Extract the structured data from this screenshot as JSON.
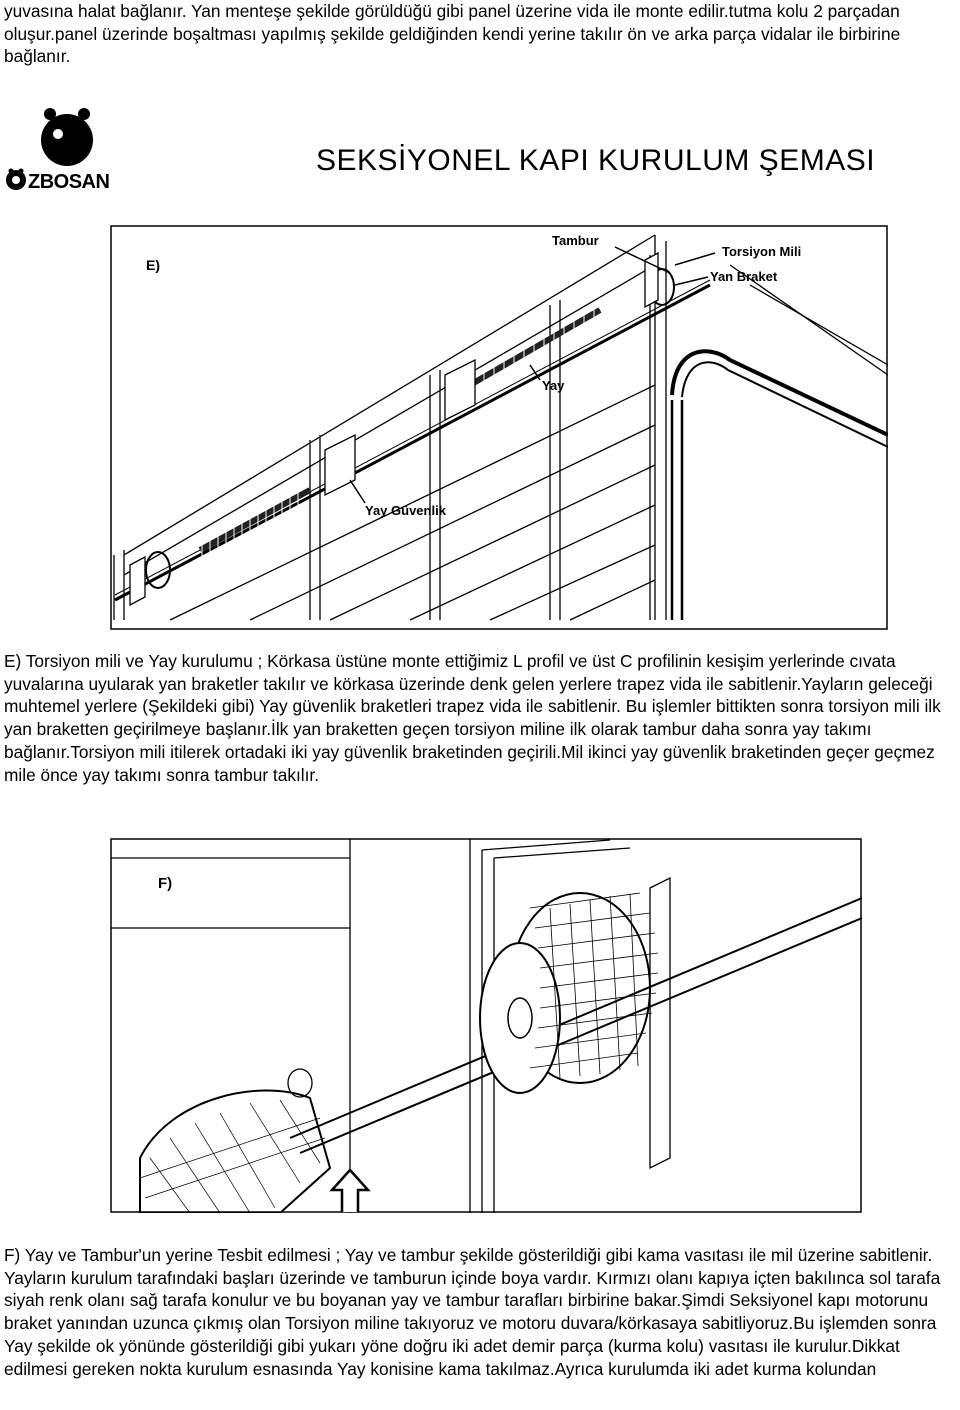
{
  "intro_text": "yuvasına halat bağlanır. Yan menteşe şekilde görüldüğü gibi panel üzerine vida ile monte edilir.tutma kolu 2 parçadan oluşur.panel üzerinde boşaltması yapılmış şekilde geldiğinden kendi yerine takılır ön ve arka parça vidalar ile birbirine bağlanır.",
  "logo": {
    "text": "ZBOSAN"
  },
  "title": "SEKSİYONEL KAPI KURULUM ŞEMASI",
  "figure_e": {
    "label": "E)",
    "callouts": {
      "tambur": "Tambur",
      "torsiyon_mili": "Torsiyon Mili",
      "yan_braket": "Yan Braket",
      "yay": "Yay",
      "yay_guvenlik": "Yay Güvenlik"
    }
  },
  "section_e_text": "E) Torsiyon mili ve Yay kurulumu ; Körkasa üstüne monte ettiğimiz L profil ve üst C profilinin kesişim yerlerinde cıvata yuvalarına uyularak yan braketler takılır ve körkasa üzerinde denk gelen yerlere trapez vida ile sabitlenir.Yayların geleceği muhtemel yerlere (Şekildeki gibi) Yay güvenlik braketleri trapez vida ile sabitlenir. Bu işlemler bittikten sonra torsiyon mili ilk yan braketten geçirilmeye başlanır.İlk yan braketten geçen torsiyon miline ilk olarak tambur daha sonra yay takımı bağlanır.Torsiyon mili itilerek ortadaki iki yay güvenlik braketinden geçirili.Mil ikinci yay güvenlik braketinden geçer geçmez mile önce yay takımı sonra tambur takılır.",
  "figure_f": {
    "label": "F)"
  },
  "section_f_text": "F) Yay ve Tambur'un yerine Tesbit edilmesi ; Yay ve tambur şekilde gösterildiği gibi kama vasıtası ile mil üzerine sabitlenir. Yayların kurulum tarafındaki başları üzerinde ve tamburun içinde boya vardır. Kırmızı olanı kapıya içten bakılınca sol tarafa siyah renk olanı sağ tarafa konulur ve bu boyanan yay ve tambur tarafları birbirine bakar.Şimdi Seksiyonel kapı motorunu braket yanından uzunca çıkmış olan Torsiyon miline takıyoruz ve motoru duvara/körkasaya sabitliyoruz.Bu işlemden sonra Yay şekilde ok yönünde gösterildiği gibi yukarı yöne doğru iki adet demir parça (kurma kolu) vasıtası ile kurulur.Dikkat edilmesi gereken nokta kurulum esnasında Yay konisine kama takılmaz.Ayrıca kurulumda iki adet kurma kolundan"
}
